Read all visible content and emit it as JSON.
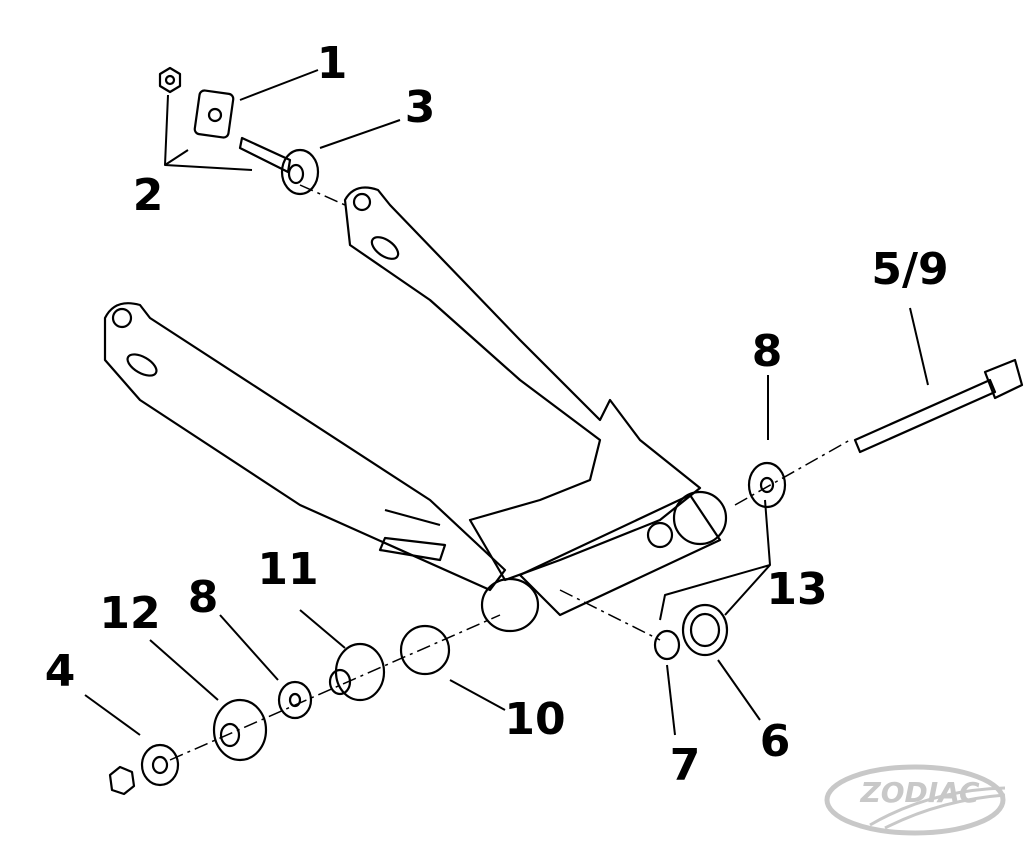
{
  "diagram": {
    "type": "exploded parts diagram - rear swingarm",
    "callouts": [
      "1",
      "2",
      "3",
      "4",
      "5/9",
      "6",
      "7",
      "8",
      "8",
      "10",
      "11",
      "12",
      "13"
    ],
    "logo": "ZODIAC",
    "colors": {
      "line": "#000000",
      "logo": "#c8c8c8"
    }
  }
}
